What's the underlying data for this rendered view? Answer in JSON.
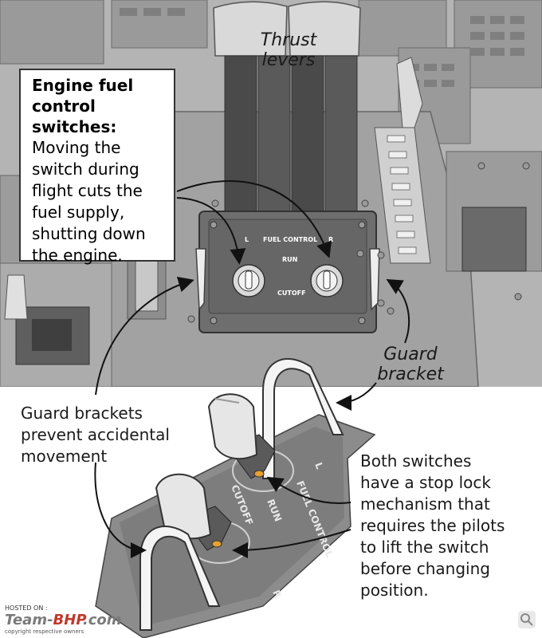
{
  "labels": {
    "thrust_levers_line1": "Thrust",
    "thrust_levers_line2": "levers",
    "engine_fuel_head_line1": "Engine fuel",
    "engine_fuel_head_line2": "control switches:",
    "engine_fuel_body": [
      "Moving the",
      "switch during",
      "flight cuts the",
      "fuel supply,",
      "shutting down",
      "the engine."
    ],
    "guard_bracket_line1": "Guard",
    "guard_bracket_line2": "bracket",
    "guard_brackets_prevent": [
      "Guard brackets",
      "prevent accidental",
      "movement"
    ],
    "stop_lock": [
      "Both switches",
      "have a stop lock",
      "mechanism that",
      "requires the pilots",
      "to lift the switch",
      "before changing",
      "position."
    ]
  },
  "panel_upper": {
    "left": "L",
    "fuel_control": "FUEL CONTROL",
    "right": "R",
    "run": "RUN",
    "cutoff": "CUTOFF"
  },
  "panel_lower": {
    "left": "L",
    "fuel_control": "FUEL CONTROL",
    "run": "RUN",
    "cutoff": "CUTOFF",
    "right": "R"
  },
  "watermark": {
    "hosted_on": "HOSTED ON :",
    "brand_prefix": "Team-",
    "brand_main": "BHP",
    "brand_suffix": ".com",
    "copyright": "copyright respective owners"
  },
  "colors": {
    "cockpit_gray": "#a9a9a9",
    "panel_dark": "#6e6e6e",
    "knob_light": "#e6e6e6",
    "stop_lock_orange": "#e8a030"
  }
}
